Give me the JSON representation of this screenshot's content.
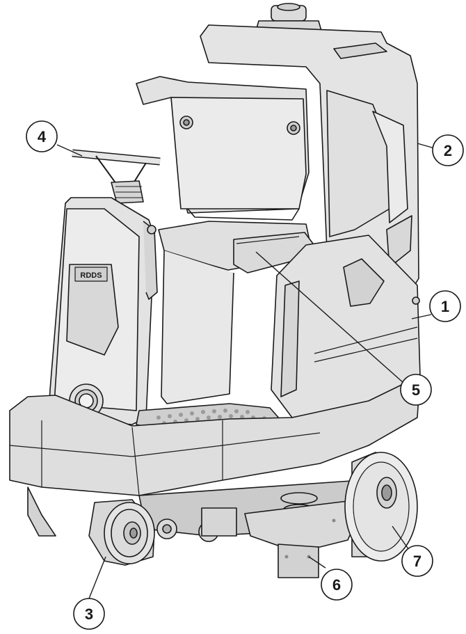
{
  "callouts": [
    {
      "number": "1",
      "target": "rear-body-side-panel"
    },
    {
      "number": "2",
      "target": "solution-tank-panel"
    },
    {
      "number": "3",
      "target": "front-wheel"
    },
    {
      "number": "4",
      "target": "steering-handlebar"
    },
    {
      "number": "5",
      "target": "seat-armrest"
    },
    {
      "number": "6",
      "target": "brush-deck"
    },
    {
      "number": "7",
      "target": "rear-wheel"
    }
  ],
  "panel_badge_text": "RDDS",
  "colors": {
    "line": "#1a1a1a",
    "body_fill": "#e6e6e6",
    "dark_fill": "#cfcfcf",
    "background": "#ffffff"
  }
}
